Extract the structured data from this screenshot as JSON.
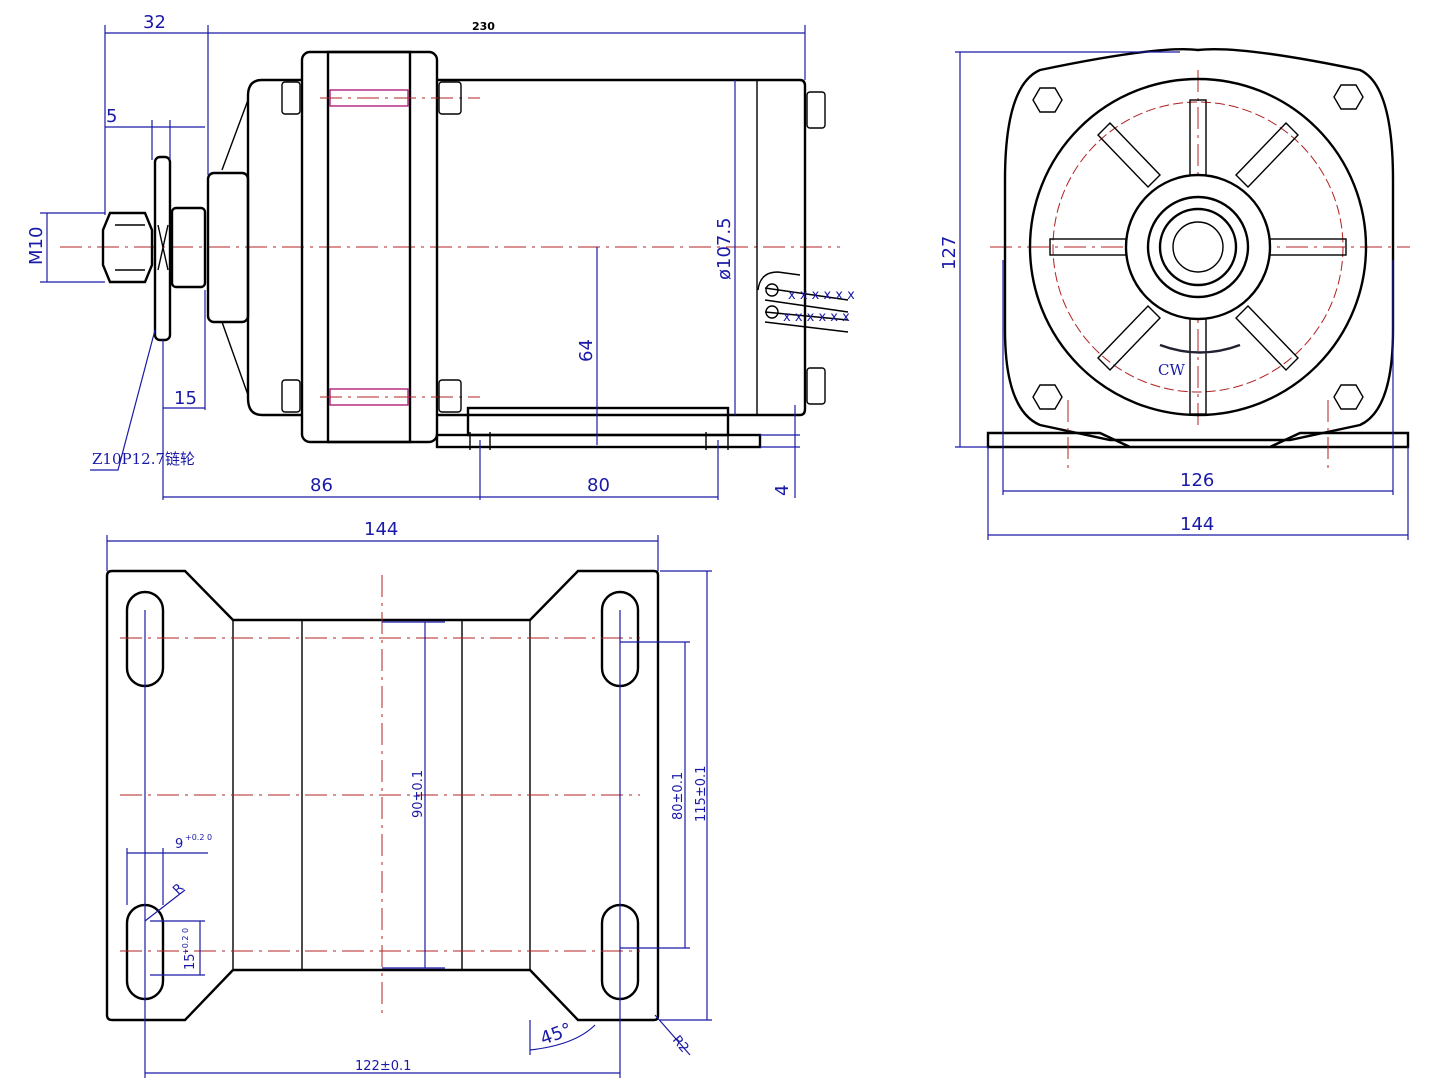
{
  "side_view": {
    "dim_32": "32",
    "dim_230": "230",
    "dim_5": "5",
    "dim_m10": "M10",
    "dim_15": "15",
    "sprocket_label": "Z10P12.7链轮",
    "dim_dia": "ø107.5",
    "dim_64": "64",
    "dim_86": "86",
    "dim_80": "80",
    "dim_4": "4"
  },
  "front_view": {
    "dim_127": "127",
    "dim_126": "126",
    "dim_144": "144",
    "rotation": "CW"
  },
  "base_plate": {
    "dim_144": "144",
    "dim_90": "90±0.1",
    "dim_80": "80±0.1",
    "dim_115": "115±0.1",
    "dim_9": "9",
    "tol_9": "+0.2 0",
    "dim_r": "R",
    "dim_15": "15",
    "tol_15": "+0.2 0",
    "dim_45": "45°",
    "dim_r2": "R2",
    "dim_122": "122±0.1"
  }
}
